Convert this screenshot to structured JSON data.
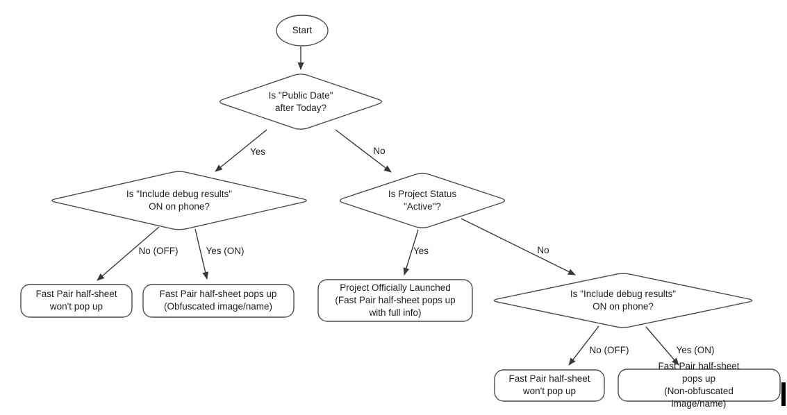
{
  "colors": {
    "background": "#ffffff",
    "shape_stroke": "#4a4a4a",
    "arrow_stroke": "#383838",
    "text": "#1c1c1c",
    "cursor": "#000000"
  },
  "flowchart": {
    "nodes": {
      "start": {
        "label": "Start"
      },
      "public_date": {
        "label": "Is \"Public Date\"\nafter Today?"
      },
      "debug_left": {
        "label": "Is \"Include debug results\"\nON on phone?"
      },
      "project_status": {
        "label": "Is Project Status\n\"Active\"?"
      },
      "debug_right": {
        "label": "Is \"Include debug results\"\nON on phone?"
      },
      "wont_popup_left": {
        "label": "Fast Pair half-sheet\nwon't pop up"
      },
      "obfuscated": {
        "label": "Fast Pair half-sheet pops up\n(Obfuscated image/name)"
      },
      "launched": {
        "label": "Project Officially Launched\n(Fast Pair half-sheet pops up\nwith full info)"
      },
      "wont_popup_right": {
        "label": "Fast Pair half-sheet\nwon't pop up"
      },
      "non_obfuscated": {
        "label": "Fast Pair half-sheet pops up\n(Non-obfuscated image/name)"
      }
    },
    "edge_labels": {
      "yes1": "Yes",
      "no1": "No",
      "no_off1": "No (OFF)",
      "yes_on1": "Yes (ON)",
      "yes2": "Yes",
      "no2": "No",
      "no_off2": "No (OFF)",
      "yes_on2": "Yes (ON)"
    }
  }
}
